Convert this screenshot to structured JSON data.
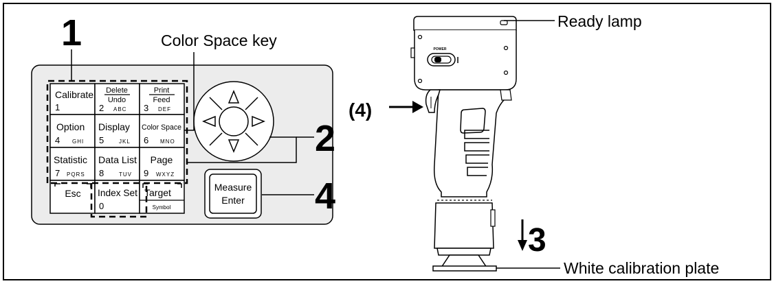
{
  "callouts": {
    "one": "1",
    "two": "2",
    "three": "3",
    "four": "4",
    "four_paren": "(4)",
    "color_space_key": "Color Space key",
    "ready_lamp": "Ready lamp",
    "white_plate": "White calibration plate"
  },
  "keys": {
    "calibrate": {
      "main": "Calibrate",
      "num": "1"
    },
    "delete": {
      "main": "Delete",
      "sub": "Undo",
      "num": "2",
      "letters": "ABC"
    },
    "print": {
      "main": "Print",
      "sub": "Feed",
      "num": "3",
      "letters": "DEF"
    },
    "option": {
      "main": "Option",
      "num": "4",
      "letters": "GHI"
    },
    "display": {
      "main": "Display",
      "num": "5",
      "letters": "JKL"
    },
    "colorspace": {
      "main": "Color Space",
      "num": "6",
      "letters": "MNO"
    },
    "statistic": {
      "main": "Statistic",
      "num": "7",
      "letters": "PQRS"
    },
    "datalist": {
      "main": "Data List",
      "num": "8",
      "letters": "TUV"
    },
    "page": {
      "main": "Page",
      "num": "9",
      "letters": "WXYZ"
    },
    "esc": {
      "main": "Esc"
    },
    "indexset": {
      "main": "Index Set",
      "num": "0"
    },
    "target": {
      "main": "Target",
      "sub": "Symbol"
    },
    "measure": {
      "line1": "Measure",
      "line2": "Enter"
    }
  },
  "device": {
    "power_label": "POWER"
  }
}
